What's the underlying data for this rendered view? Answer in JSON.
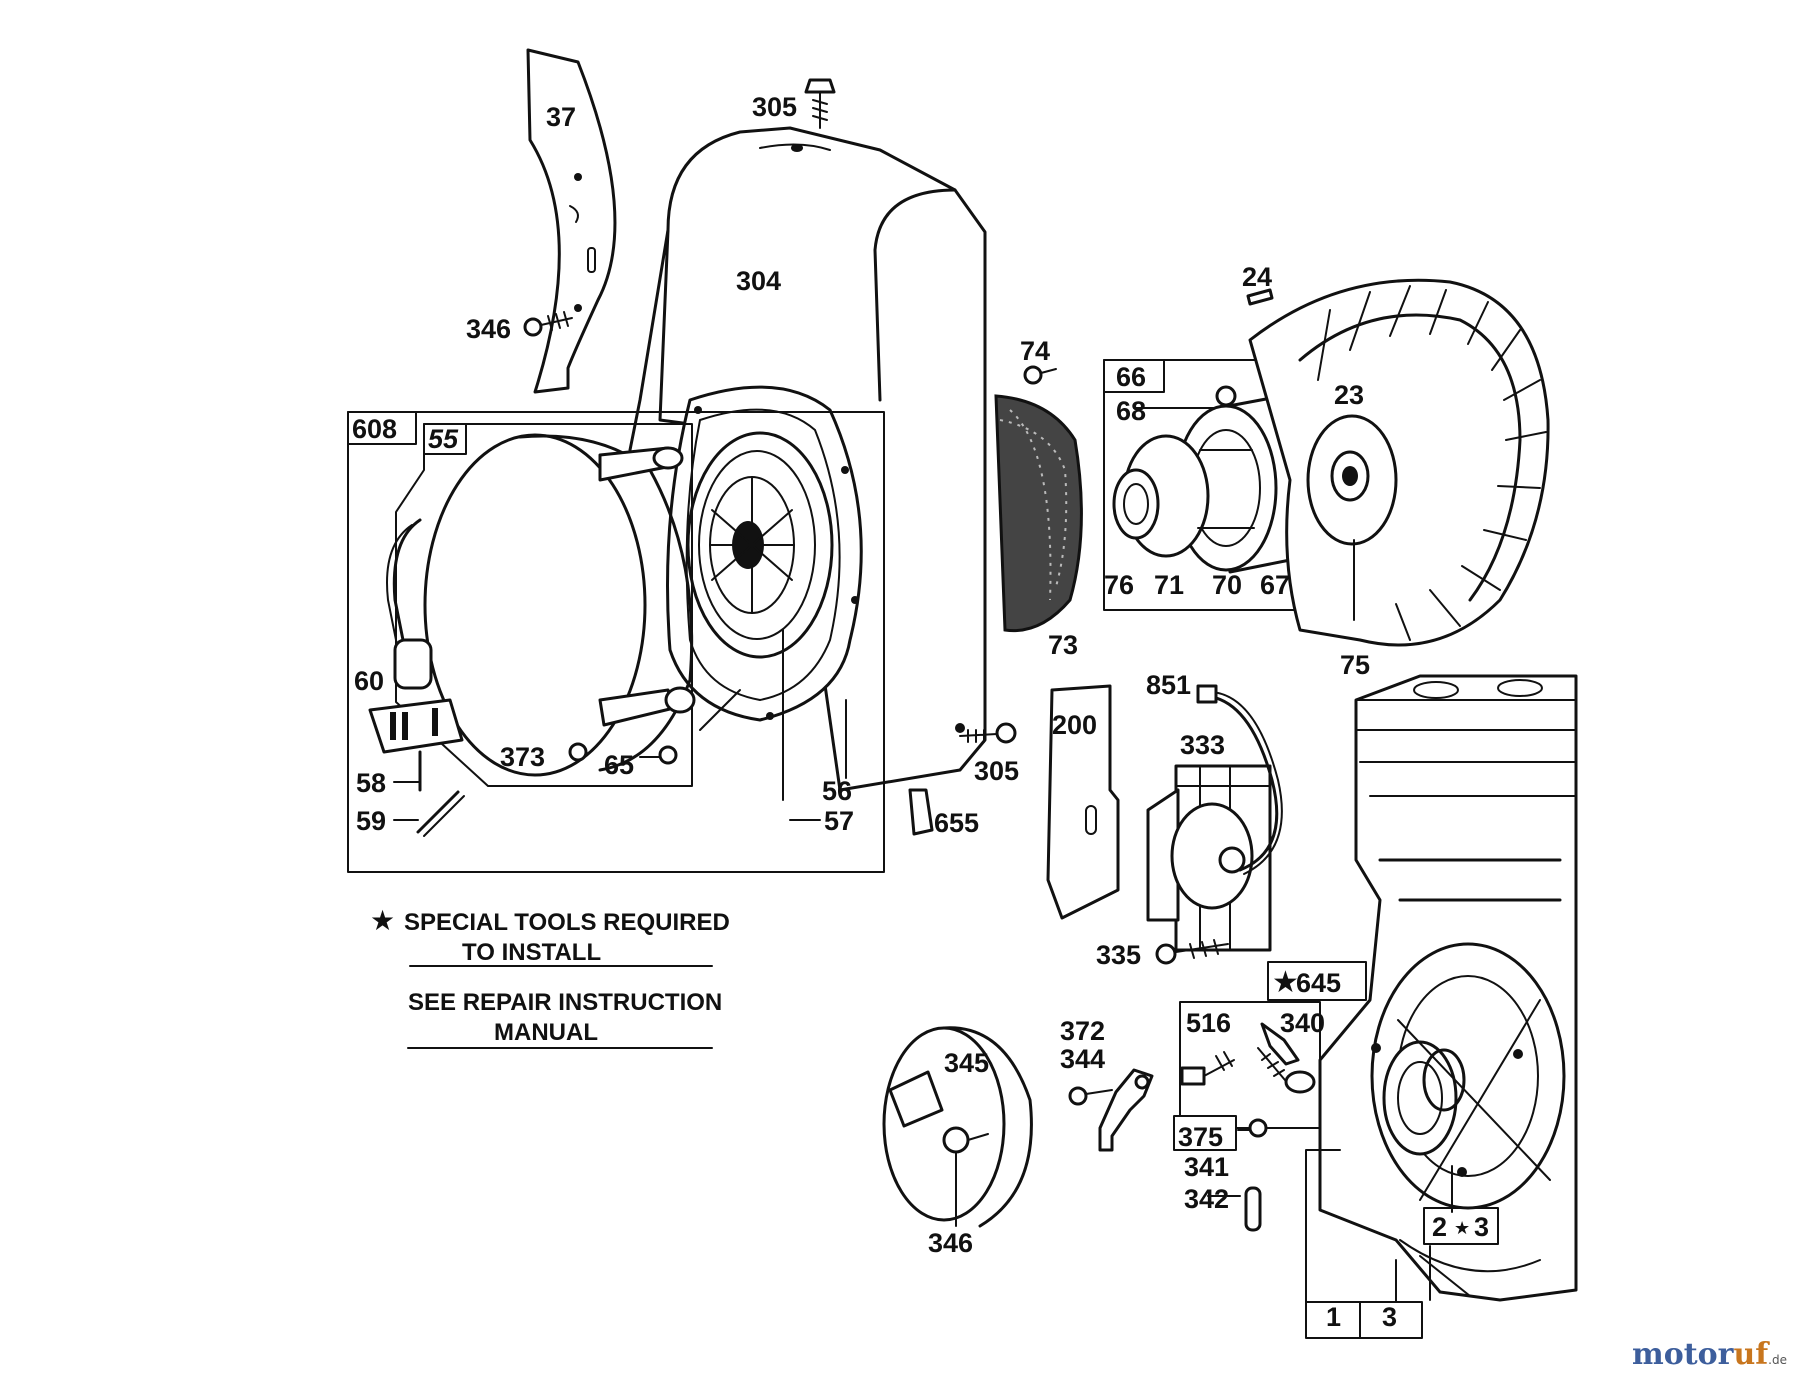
{
  "parts": [
    {
      "id": "p37",
      "label": "37"
    },
    {
      "id": "p305a",
      "label": "305"
    },
    {
      "id": "p304",
      "label": "304"
    },
    {
      "id": "p346a",
      "label": "346"
    },
    {
      "id": "p24",
      "label": "24"
    },
    {
      "id": "p74",
      "label": "74"
    },
    {
      "id": "p66",
      "label": "66"
    },
    {
      "id": "p68",
      "label": "68"
    },
    {
      "id": "p23",
      "label": "23"
    },
    {
      "id": "p608",
      "label": "608"
    },
    {
      "id": "p55",
      "label": "55"
    },
    {
      "id": "p76",
      "label": "76"
    },
    {
      "id": "p71",
      "label": "71"
    },
    {
      "id": "p70",
      "label": "70"
    },
    {
      "id": "p67",
      "label": "67"
    },
    {
      "id": "p73",
      "label": "73"
    },
    {
      "id": "p75",
      "label": "75"
    },
    {
      "id": "p60",
      "label": "60"
    },
    {
      "id": "p851",
      "label": "851"
    },
    {
      "id": "p200",
      "label": "200"
    },
    {
      "id": "p333",
      "label": "333"
    },
    {
      "id": "p373",
      "label": "373"
    },
    {
      "id": "p65",
      "label": "65"
    },
    {
      "id": "p305b",
      "label": "305"
    },
    {
      "id": "p58",
      "label": "58"
    },
    {
      "id": "p56",
      "label": "56"
    },
    {
      "id": "p59",
      "label": "59"
    },
    {
      "id": "p57",
      "label": "57"
    },
    {
      "id": "p655",
      "label": "655"
    },
    {
      "id": "p335",
      "label": "335"
    },
    {
      "id": "p645",
      "label": "645"
    },
    {
      "id": "p372",
      "label": "372"
    },
    {
      "id": "p516",
      "label": "516"
    },
    {
      "id": "p340",
      "label": "340"
    },
    {
      "id": "p344",
      "label": "344"
    },
    {
      "id": "p345",
      "label": "345"
    },
    {
      "id": "p375",
      "label": "375"
    },
    {
      "id": "p341",
      "label": "341"
    },
    {
      "id": "p342",
      "label": "342"
    },
    {
      "id": "p346b",
      "label": "346"
    },
    {
      "id": "p2",
      "label": "2"
    },
    {
      "id": "p3a",
      "label": "3"
    },
    {
      "id": "p1",
      "label": "1"
    },
    {
      "id": "p3b",
      "label": "3"
    }
  ],
  "notes": {
    "special_tools_line1": "SPECIAL TOOLS REQUIRED",
    "special_tools_line2": "TO INSTALL",
    "repair_line1": "SEE REPAIR INSTRUCTION",
    "repair_line2": "MANUAL"
  },
  "symbols": {
    "star": "★",
    "star_icon": "star-icon"
  },
  "watermark": {
    "part1": "motor",
    "part2": "uf",
    "suffix": ".de"
  }
}
